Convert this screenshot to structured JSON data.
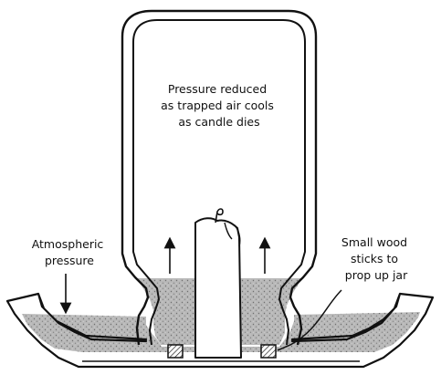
{
  "labels": {
    "pressure_reduced": [
      "Pressure reduced",
      "as trapped air cools",
      "as candle dies"
    ],
    "atmospheric": [
      "Atmospheric",
      "pressure"
    ],
    "sticks": [
      "Small wood",
      "sticks to",
      "prop up jar"
    ]
  }
}
